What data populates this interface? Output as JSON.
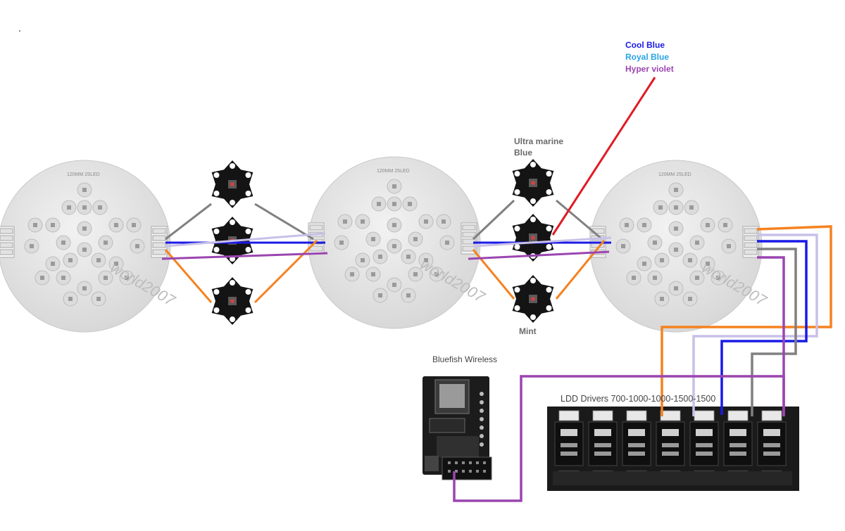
{
  "legend": {
    "cool_blue": "Cool Blue",
    "royal_blue": "Royal Blue",
    "hyper_violet": "Hyper violet"
  },
  "labels": {
    "ultra_marine_line1": "Ultra marine",
    "ultra_marine_line2": "Blue",
    "mint": "Mint",
    "bluefish": "Bluefish Wireless",
    "ldd_drivers": "LDD Drivers 700-1000-1000-1500-1500"
  },
  "board_text": {
    "title": "120MM 25LED",
    "watermark": "world2007"
  },
  "colors": {
    "cool_blue": "#1a1ae6",
    "royal_blue": "#29a3e6",
    "hyper_violet": "#9b45b0",
    "orange": "#f58220",
    "gray": "#808080",
    "lavender": "#c8c0e8",
    "red": "#e01b24",
    "board": "#e6e6e6"
  }
}
